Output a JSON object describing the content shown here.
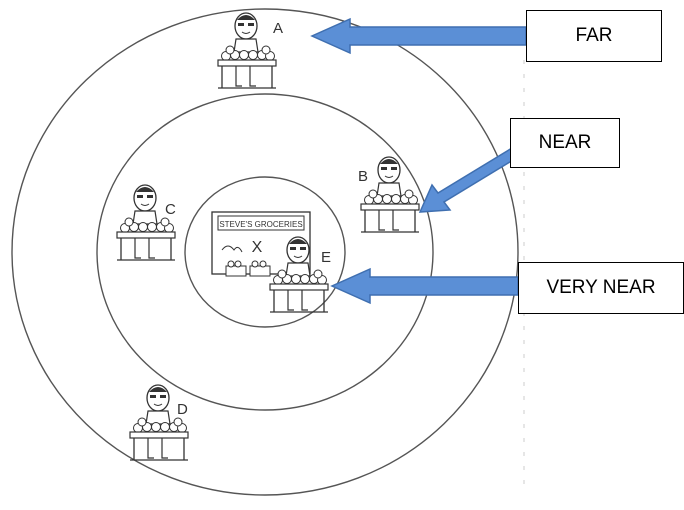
{
  "callouts": {
    "far": "FAR",
    "near": "NEAR",
    "very_near": "VERY NEAR"
  },
  "vendors": [
    {
      "id": "a",
      "letter": "A"
    },
    {
      "id": "b",
      "letter": "B"
    },
    {
      "id": "c",
      "letter": "C"
    },
    {
      "id": "d",
      "letter": "D"
    },
    {
      "id": "e",
      "letter": "E"
    }
  ],
  "store": {
    "sign": "STEVE'S GROCERIES",
    "marker": "X"
  },
  "colors": {
    "arrow_fill": "#5b8fd6",
    "arrow_stroke": "#3f6fb0",
    "line": "#555555"
  }
}
